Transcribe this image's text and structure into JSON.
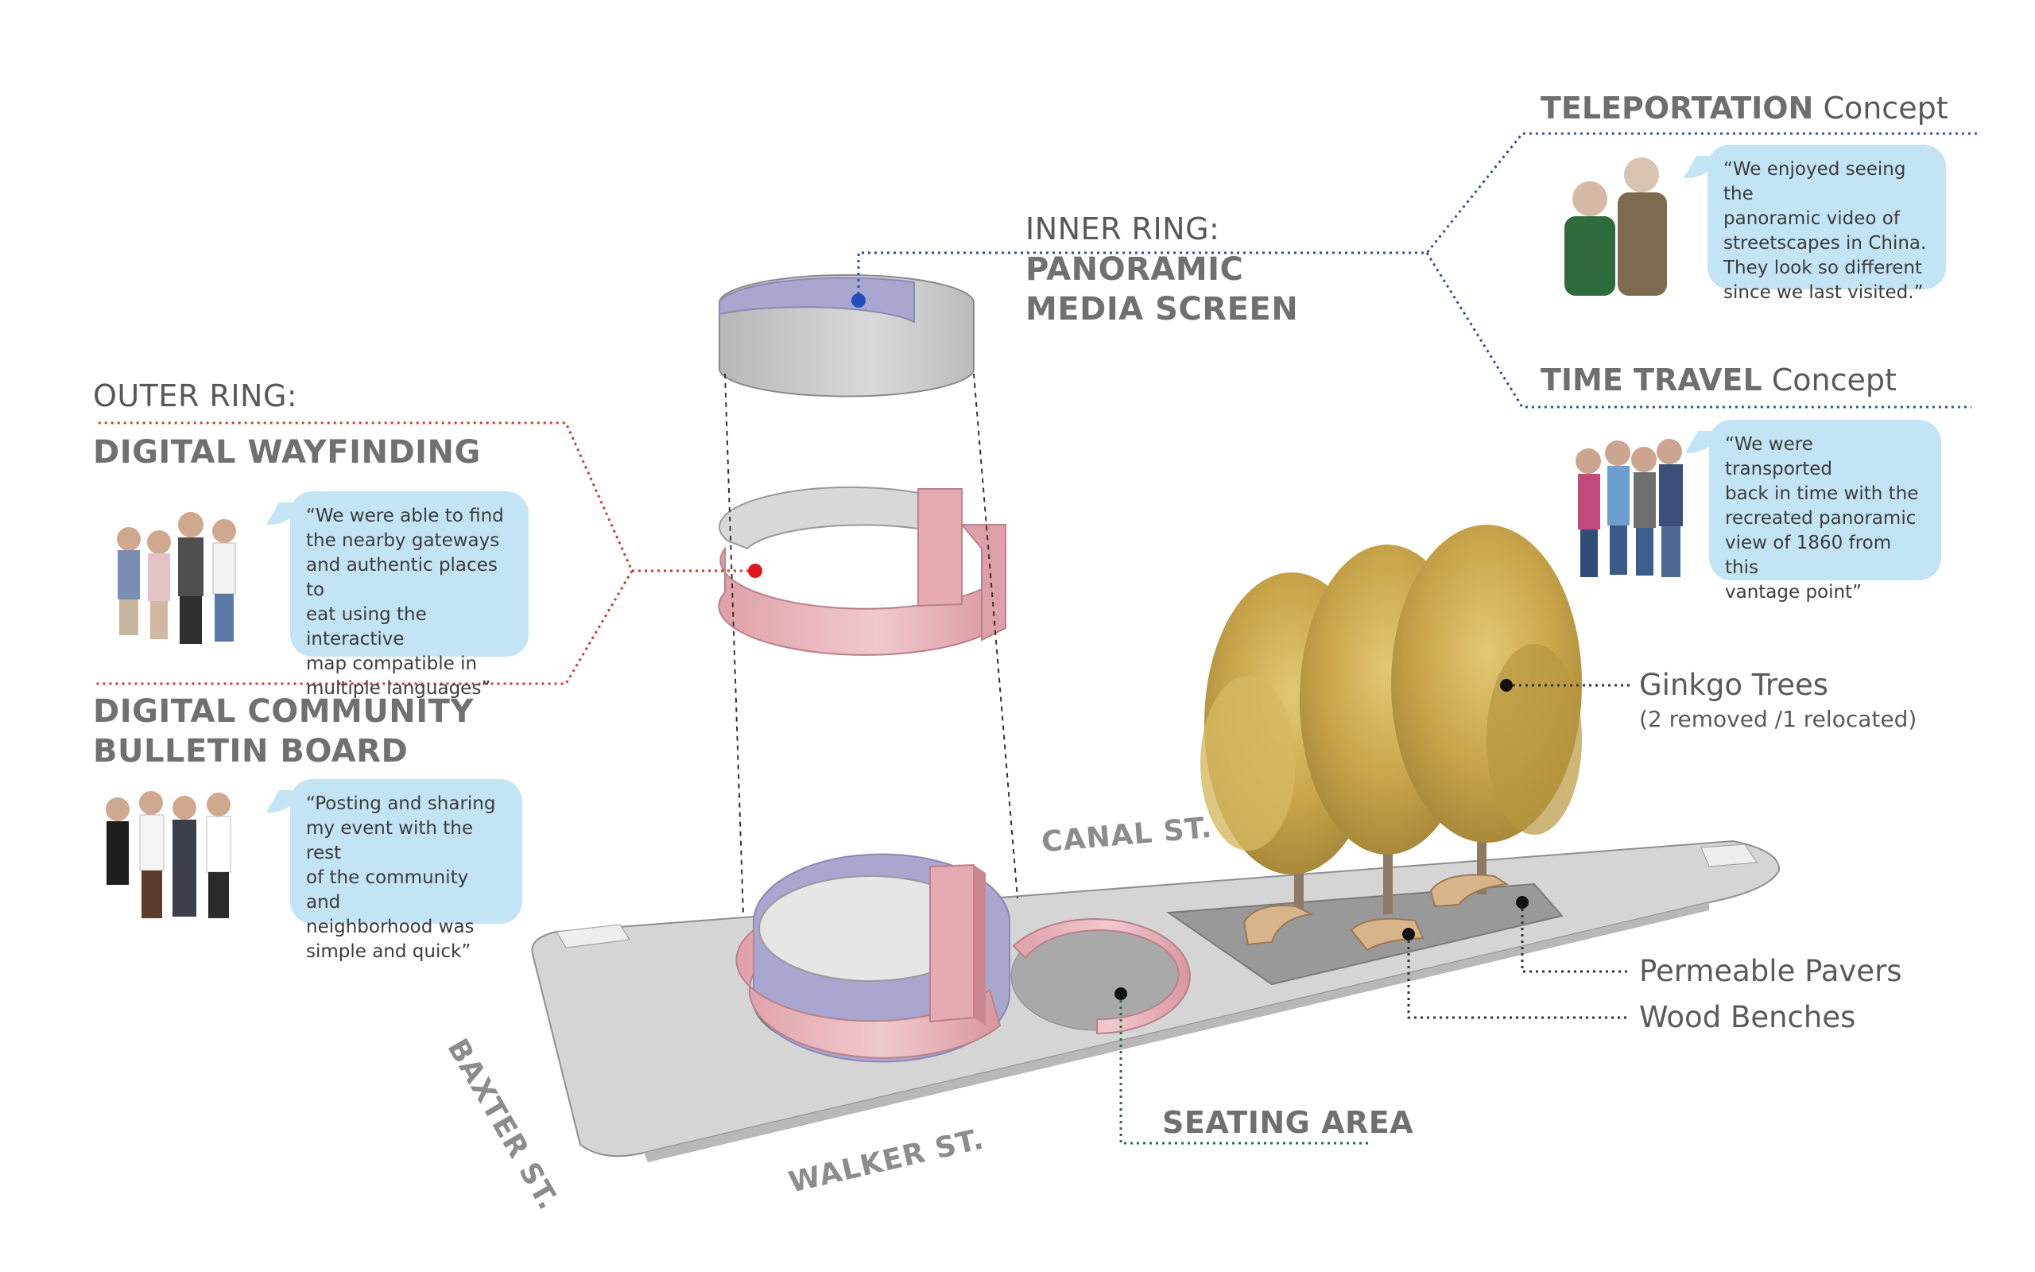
{
  "inner_ring": {
    "heading": "INNER RING:",
    "title_line1": "PANORAMIC",
    "title_line2": "MEDIA SCREEN"
  },
  "outer_ring": {
    "heading": "OUTER RING:",
    "wayfinding_title": "DIGITAL WAYFINDING",
    "wayfinding_quote": "“We were able to find\nthe nearby gateways\nand authentic places to\neat using the interactive\nmap compatible in\nmultiple languages”",
    "bulletin_title_line1": "DIGITAL COMMUNITY",
    "bulletin_title_line2": "BULLETIN BOARD",
    "bulletin_quote": "“Posting and sharing\nmy event with the rest\nof the community and\nneighborhood was\nsimple and quick”"
  },
  "teleportation": {
    "title_bold": "TELEPORTATION",
    "title_rest": " Concept",
    "quote": "“We enjoyed seeing the\npanoramic video of\nstreetscapes in China.\nThey look so different\nsince we last visited.”"
  },
  "time_travel": {
    "title_bold": "TIME TRAVEL",
    "title_rest": " Concept",
    "quote": "“We were transported\nback in time with the\nrecreated panoramic\nview of 1860 from this\nvantage point”"
  },
  "callouts": {
    "ginkgo": "Ginkgo Trees",
    "ginkgo_note": "(2 removed /1 relocated)",
    "pavers": "Permeable Pavers",
    "benches": "Wood Benches",
    "seating": "SEATING AREA"
  },
  "streets": {
    "canal": "CANAL ST.",
    "baxter": "BAXTER ST.",
    "walker": "WALKER ST."
  },
  "colors": {
    "inner_marker": "#1f4fbf",
    "outer_marker": "#e3161c",
    "outer_leader": "#d43a2a",
    "inner_leader": "#2f4f9f",
    "speech_bubble": "#c3e4f4",
    "ring_pink": "#e9b5bb",
    "ring_inner_purple": "#a9a6cf",
    "ginkgo_gold": "#c9a54a"
  }
}
